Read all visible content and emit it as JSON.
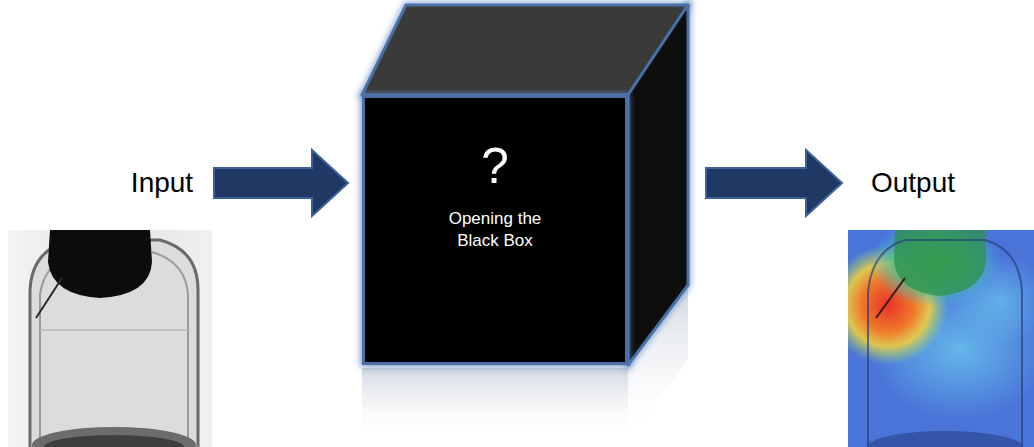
{
  "diagram": {
    "nodes": [
      {
        "text": [
          "?",
          "Opening the Black Box"
        ]
      }
    ],
    "labels": [
      "Input",
      "Output"
    ]
  }
}
